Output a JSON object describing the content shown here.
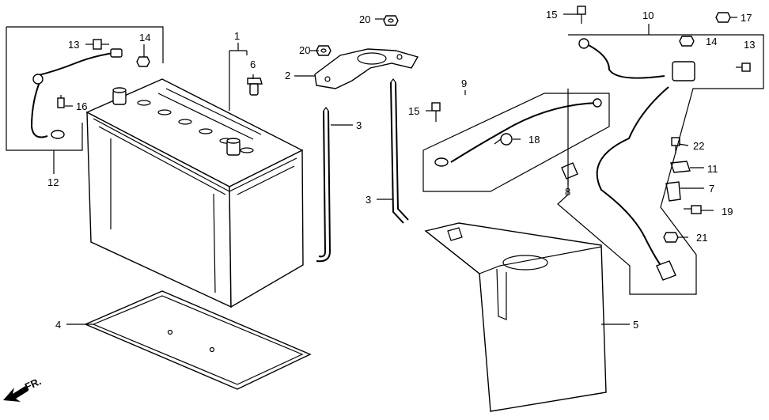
{
  "callouts": {
    "c1": "1",
    "c2": "2",
    "c3a": "3",
    "c3b": "3",
    "c4": "4",
    "c5": "5",
    "c6": "6",
    "c7": "7",
    "c8": "8",
    "c9": "9",
    "c10": "10",
    "c11": "11",
    "c12": "12",
    "c13a": "13",
    "c13b": "13",
    "c14a": "14",
    "c14b": "14",
    "c15a": "15",
    "c15b": "15",
    "c16": "16",
    "c17": "17",
    "c18": "18",
    "c19": "19",
    "c20a": "20",
    "c20b": "20",
    "c21": "21",
    "c22": "22"
  },
  "direction": {
    "label": "FR."
  }
}
